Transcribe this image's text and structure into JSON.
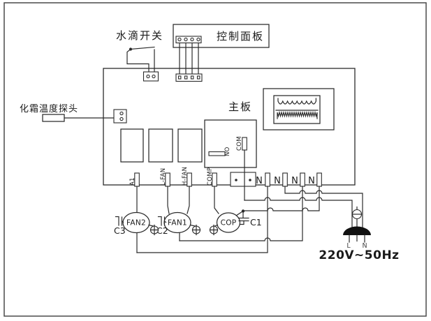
{
  "diagram": {
    "title_labels": {
      "control_panel": "控制面板",
      "water_switch": "水滴开关",
      "defrost_probe": "化霜温度探头",
      "main_board": "主板"
    },
    "terminals": {
      "a1": "A1",
      "l_fan": "L-FAN",
      "h_fan": "H-FAN",
      "comp": "COMP",
      "com": "COM",
      "no": "NO",
      "n_bus": [
        "N",
        "N",
        "N",
        "N"
      ]
    },
    "motors": {
      "fan2": "FAN2",
      "fan1": "FAN1",
      "cop": "COP"
    },
    "capacitors": {
      "c1": "C1",
      "c2": "C2",
      "c3": "C3"
    },
    "power": {
      "voltage": "220V~50Hz",
      "line": "L",
      "neutral": "N"
    },
    "colors": {
      "line": "#2b2b2b",
      "plug_fill": "#111111",
      "background": "#ffffff"
    }
  }
}
